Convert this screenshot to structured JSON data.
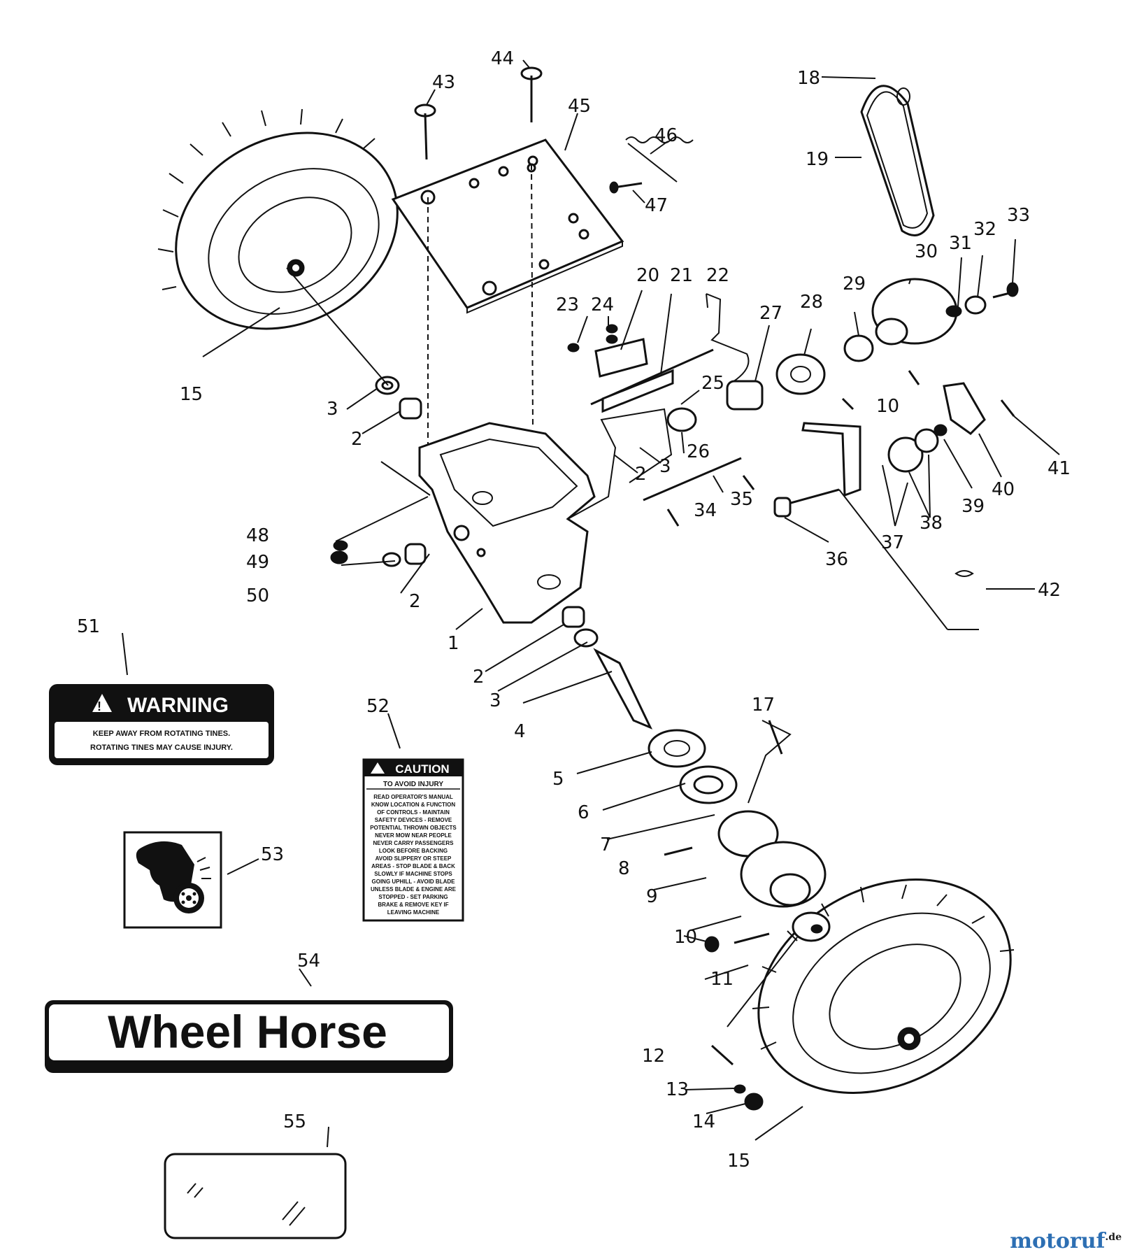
{
  "callouts": [
    "1",
    "2",
    "2",
    "2",
    "2",
    "3",
    "3",
    "3",
    "4",
    "5",
    "6",
    "7",
    "8",
    "9",
    "10",
    "10",
    "10",
    "11",
    "12",
    "13",
    "14",
    "15",
    "15",
    "17",
    "18",
    "19",
    "20",
    "21",
    "22",
    "23",
    "24",
    "25",
    "26",
    "27",
    "28",
    "29",
    "30",
    "31",
    "32",
    "33",
    "34",
    "35",
    "36",
    "37",
    "38",
    "39",
    "40",
    "41",
    "42",
    "43",
    "44",
    "45",
    "46",
    "47",
    "48",
    "49",
    "50",
    "51",
    "52",
    "53",
    "54",
    "55"
  ],
  "decals": {
    "warning": {
      "heading": "WARNING",
      "lines": [
        "KEEP AWAY FROM ROTATING TINES.",
        "ROTATING TINES MAY CAUSE INJURY."
      ]
    },
    "caution": {
      "heading": "CAUTION",
      "subheading": "TO AVOID INJURY",
      "lines": [
        "READ OPERATOR'S MANUAL",
        "KNOW LOCATION & FUNCTION",
        "OF CONTROLS - MAINTAIN",
        "SAFETY DEVICES - REMOVE",
        "POTENTIAL THROWN OBJECTS",
        "NEVER MOW NEAR PEOPLE",
        "NEVER CARRY PASSENGERS",
        "LOOK BEFORE BACKING",
        "AVOID SLIPPERY OR STEEP",
        "AREAS - STOP BLADE & BACK",
        "SLOWLY IF MACHINE STOPS",
        "GOING UPHILL - AVOID BLADE",
        "UNLESS BLADE & ENGINE ARE",
        "STOPPED - SET PARKING",
        "BRAKE & REMOVE KEY IF",
        "LEAVING MACHINE"
      ]
    },
    "brand": "Wheel Horse"
  },
  "watermark": {
    "main": "motoruf",
    "suffix": ".de"
  }
}
